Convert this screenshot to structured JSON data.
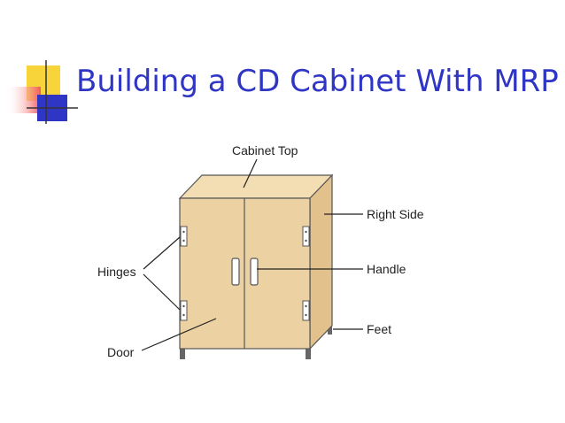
{
  "slide": {
    "title": "Building a CD Cabinet With MRP"
  },
  "diagram": {
    "labels": {
      "cabinet_top": "Cabinet Top",
      "right_side": "Right Side",
      "hinges": "Hinges",
      "handle": "Handle",
      "feet": "Feet",
      "door": "Door"
    },
    "colors": {
      "title": "#2f35c4",
      "cabinet_front": "#ecd2a2",
      "cabinet_top": "#f3ddb3",
      "cabinet_side": "#e2c18c",
      "outline": "#555555",
      "deco_yellow": "#f7d43a",
      "deco_red": "#f25a5a",
      "deco_blue": "#2f35c4"
    }
  }
}
